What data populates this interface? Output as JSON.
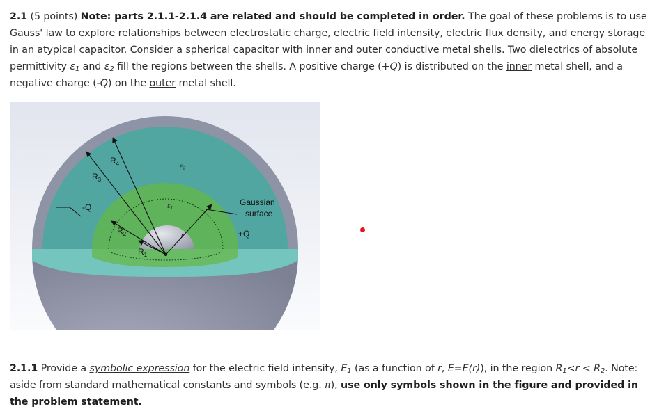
{
  "problem": {
    "number": "2.1",
    "points": "(5 points)",
    "note": "Note: parts 2.1.1-2.1.4 are related and should be completed in order.",
    "intro_a": " The goal of these problems is to use Gauss' law to explore relationships between electrostatic charge, electric field intensity, electric flux density, and energy storage in an atypical capacitor. Consider a spherical capacitor with inner and outer conductive metal shells. Two dielectrics of absolute permittivity ",
    "eps1": "ε",
    "eps1_sub": "1",
    "and": " and ",
    "eps2": "ε",
    "eps2_sub": "2",
    "intro_b": " fill the regions between the shells. A positive charge (+",
    "Q": "Q",
    "intro_c": ") is distributed on the ",
    "inner": "inner",
    "intro_d": " metal shell, and a negative charge (-",
    "intro_e": ") on the ",
    "outer": "outer",
    "intro_f": " metal shell."
  },
  "figure": {
    "label_R4": "R",
    "label_R4_sub": "4",
    "label_R3": "R",
    "label_R3_sub": "3",
    "label_R2": "R",
    "label_R2_sub": "2",
    "label_R1": "R",
    "label_R1_sub": "1",
    "label_r": "r",
    "label_eps2": "ε",
    "label_eps2_sub": "2",
    "label_eps1": "ε",
    "label_eps1_sub": "1",
    "label_negQ": "-Q",
    "label_posQ": "+Q",
    "label_gauss_1": "Gaussian",
    "label_gauss_2": "surface",
    "colors": {
      "outer_shell": "#8f93a6",
      "dielectric_2": "#52a6a2",
      "dielectric_1": "#5fb35b",
      "cut_plane": "#73c5be",
      "inner_sphere": "#9ea2b0"
    }
  },
  "subpart": {
    "number": "2.1.1",
    "text_a": " Provide a ",
    "link": "symbolic expression",
    "text_b": " for the electric field intensity, ",
    "E": "E",
    "E_sub": "1",
    "text_c": " (as a function of ",
    "r": "r",
    "text_d": ", ",
    "E_eq": "E=E(r)",
    "text_e": "), in the region ",
    "R1": "R",
    "R1_sub": "1",
    "lt1": "<",
    "rr": "r",
    "lt2": " < ",
    "R2": "R",
    "R2_sub": "2",
    "text_f": ". Note: aside from standard mathematical constants and symbols (e.g. ",
    "pi": "π",
    "text_g": "), ",
    "bold": "use only symbols shown in the figure and provided in the problem statement."
  }
}
